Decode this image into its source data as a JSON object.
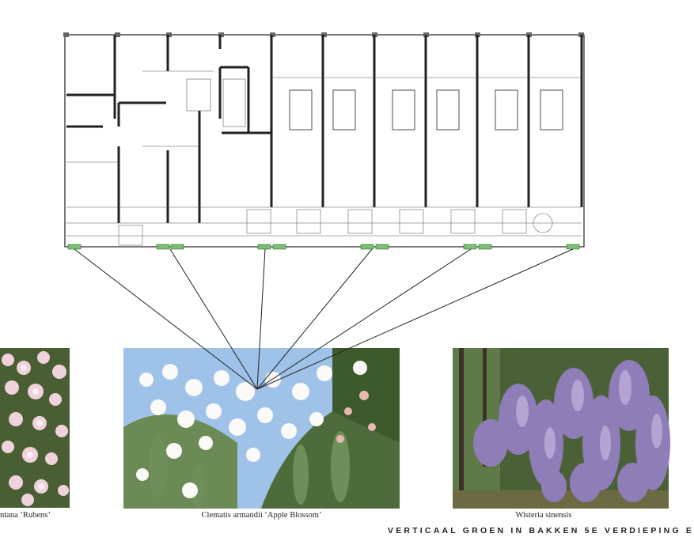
{
  "photos": [
    {
      "caption": "ntana ‘Rubens’",
      "color": "#e8c8d4"
    },
    {
      "caption": "Clematis armandii ‘Apple Blossom’",
      "color": "#f4f1ee"
    },
    {
      "caption": "Wisteria sinensis",
      "color": "#8e7db6"
    }
  ],
  "title": "VERTICAAL GROEN IN BAKKEN 5E VERDIEPING E",
  "colors": {
    "planter": "#7bbf73",
    "line": "#222222",
    "sky": "#9fc3e8",
    "foliage": "#3d5a2d"
  }
}
